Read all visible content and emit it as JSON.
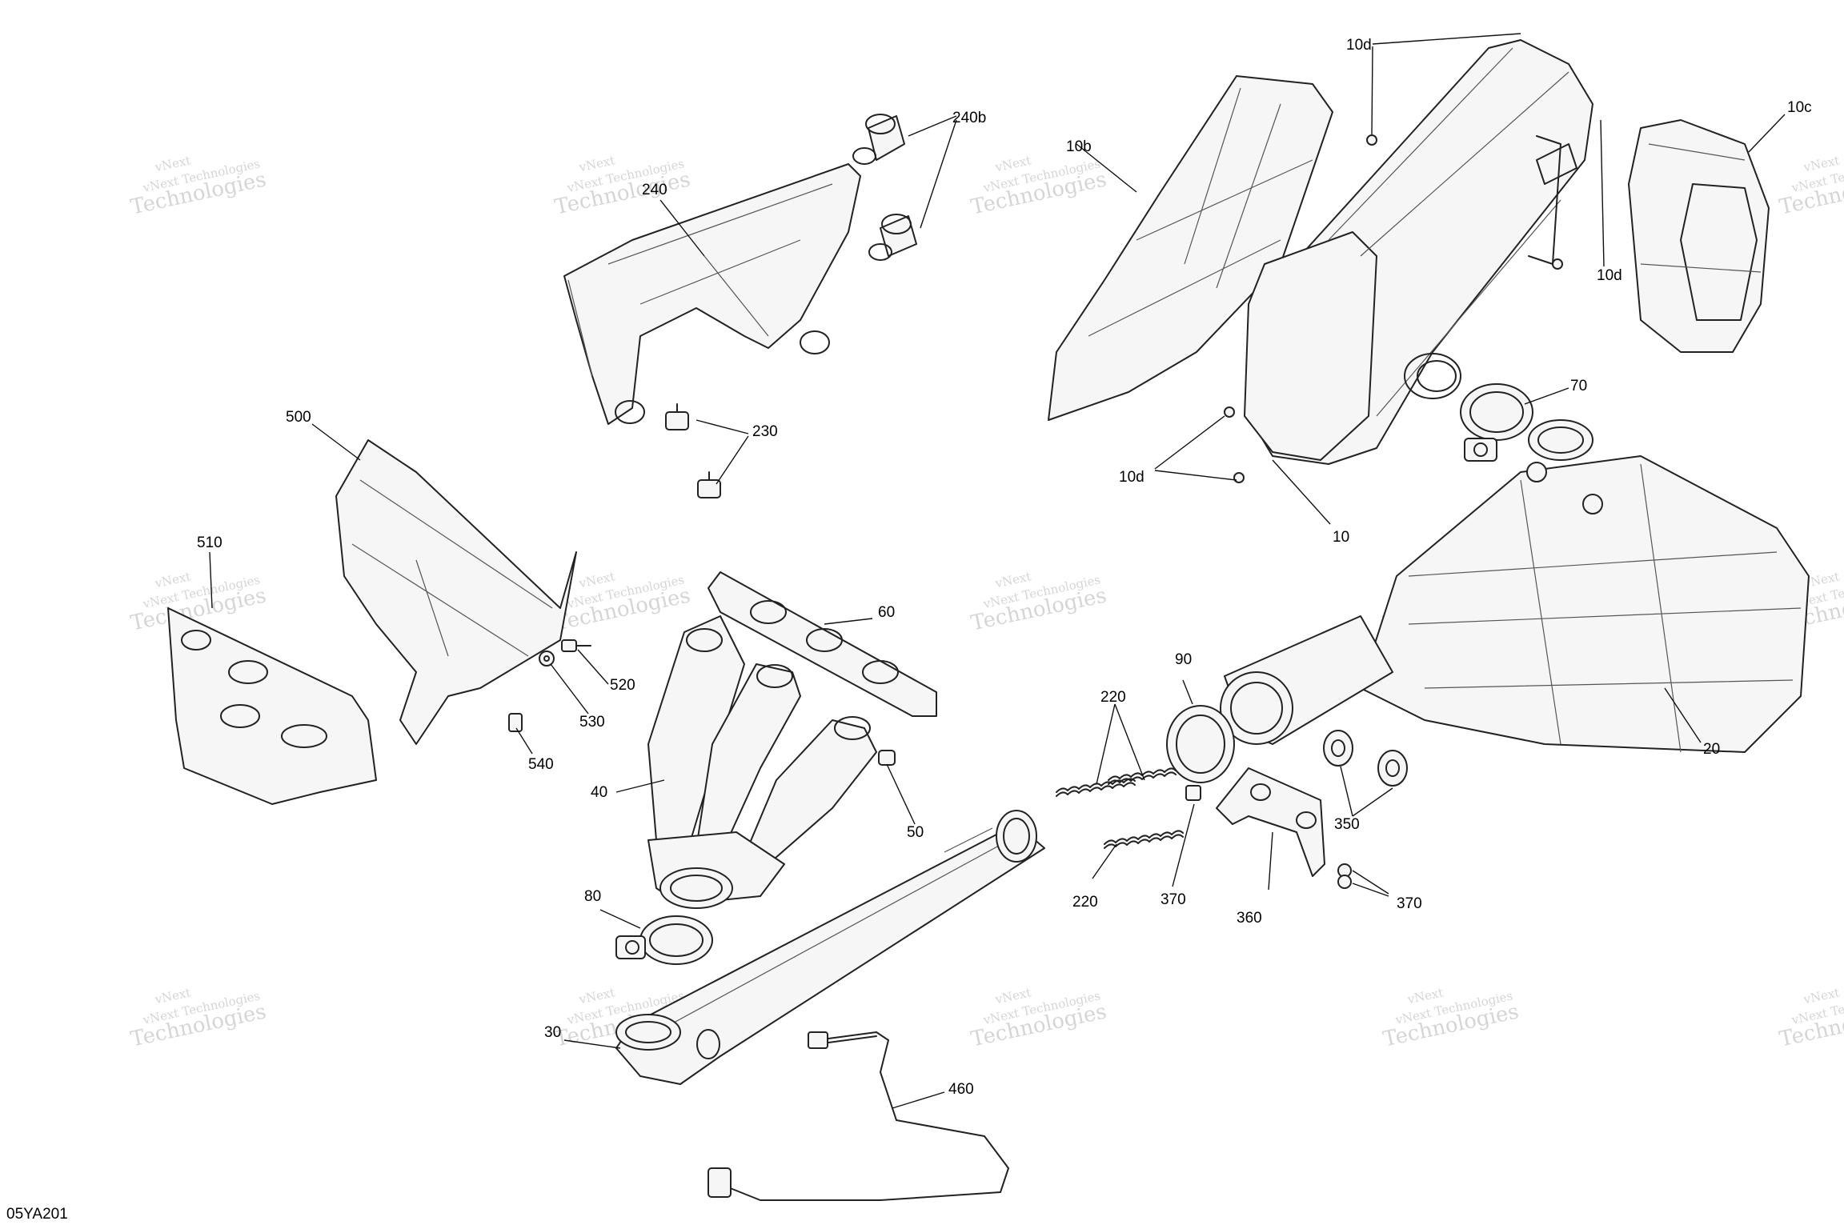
{
  "diagram_code": "05YA201",
  "watermark": {
    "brand": "vNext",
    "line1": "vNext Technologies",
    "line2": "Technologies"
  },
  "callouts": {
    "c10": "10",
    "c10b": "10b",
    "c10c": "10c",
    "c10d_top": "10d",
    "c10d_right": "10d",
    "c10d_left": "10d",
    "c20": "20",
    "c30": "30",
    "c40": "40",
    "c50": "50",
    "c60": "60",
    "c70": "70",
    "c80": "80",
    "c90": "90",
    "c220_top": "220",
    "c220_bottom": "220",
    "c230": "230",
    "c240": "240",
    "c240b": "240b",
    "c350": "350",
    "c360": "360",
    "c370_left": "370",
    "c370_right": "370",
    "c460": "460",
    "c500": "500",
    "c510": "510",
    "c520": "520",
    "c530": "530",
    "c540": "540"
  }
}
